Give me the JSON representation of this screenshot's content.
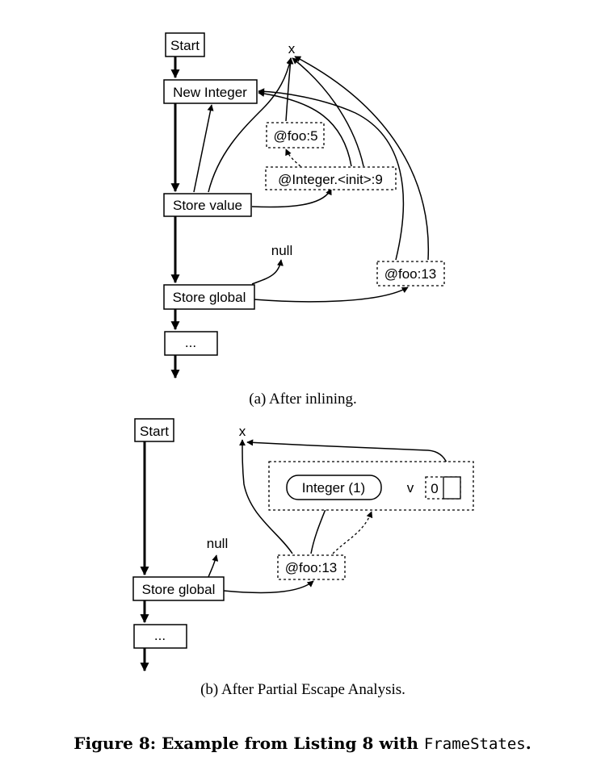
{
  "panel_a": {
    "caption": "(a) After inlining.",
    "nodes": {
      "start": "Start",
      "new_integer": "New Integer",
      "store_value": "Store value",
      "store_global": "Store global",
      "ellipsis": "..."
    },
    "frame_states": {
      "foo5": "@foo:5",
      "integer_init9": "@Integer.<init>:9",
      "foo13": "@foo:13"
    },
    "values": {
      "x": "x",
      "null": "null"
    }
  },
  "panel_b": {
    "caption": "(b) After Partial Escape Analysis.",
    "nodes": {
      "start": "Start",
      "store_global": "Store global",
      "ellipsis": "..."
    },
    "virtual_object": {
      "type": "Integer (1)",
      "field": "v",
      "field_value": "0"
    },
    "frame_states": {
      "foo13": "@foo:13"
    },
    "values": {
      "x": "x",
      "null": "null"
    }
  },
  "figure_caption": {
    "prefix": "Figure 8: Example from Listing 8 with ",
    "code": "FrameStates",
    "suffix": "."
  }
}
